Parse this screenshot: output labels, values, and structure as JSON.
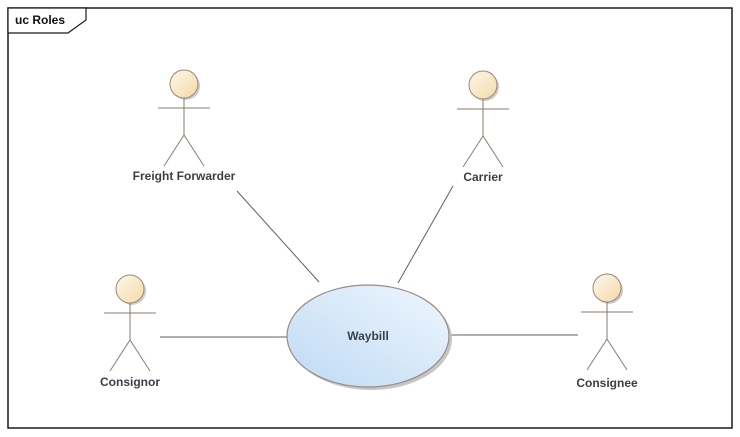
{
  "diagram": {
    "frame_title": "uc Roles",
    "use_case": {
      "label": "Waybill"
    },
    "actors": [
      {
        "id": "freight-forwarder",
        "label": "Freight Forwarder"
      },
      {
        "id": "carrier",
        "label": "Carrier"
      },
      {
        "id": "consignor",
        "label": "Consignor"
      },
      {
        "id": "consignee",
        "label": "Consignee"
      }
    ],
    "connectors": [
      {
        "from": "Freight Forwarder",
        "to": "Waybill"
      },
      {
        "from": "Carrier",
        "to": "Waybill"
      },
      {
        "from": "Consignor",
        "to": "Waybill"
      },
      {
        "from": "Consignee",
        "to": "Waybill"
      }
    ],
    "colors": {
      "frame_border": "#1b1b1b",
      "actor_stroke": "#8c7a6e",
      "actor_head_light": "#fdf8ea",
      "actor_head_dark": "#f4d9a8",
      "use_case_fill_light": "#eff6fe",
      "use_case_fill_dark": "#bedaf4",
      "use_case_border": "#9c8a85",
      "connector": "#566078",
      "label_text": "#3a3f48",
      "shadow": "#c9c9c9"
    }
  }
}
